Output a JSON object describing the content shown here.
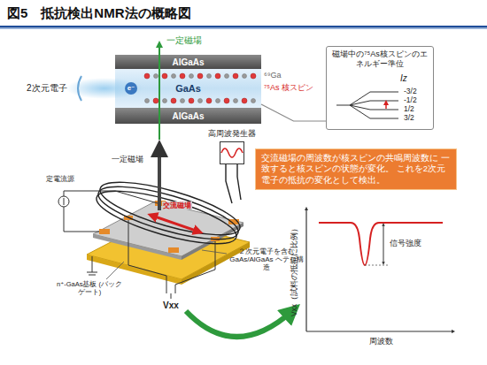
{
  "diagram": {
    "title": "図5　抵抗検出NMR法の概略図",
    "nodes": [
      {
        "text": [
          "AlGaAs"
        ]
      },
      {
        "text": [
          "GaAs"
        ]
      },
      {
        "text": [
          "AlGaAs"
        ]
      },
      {
        "text": [
          "磁場中の⁷⁵As核スピンのエネルギー準位"
        ]
      },
      {
        "text": [
          "交流磁場の周波数が核スピンの共鳴周波数に 一致すると核スピンの状態が変化。 これを2次元電子の抵抗の変化として検出。"
        ]
      },
      {
        "text": [
          "高周波発生器"
        ]
      }
    ],
    "edges": [
      {
        "from": 1,
        "to": 3,
        "arrow": "none"
      }
    ],
    "labels": [
      "一定磁場",
      "2次元電子",
      "e⁻",
      "⁶⁹Ga",
      "⁷⁵As 核スピン",
      "Iz",
      "-3/2",
      "-1/2",
      "1/2",
      "3/2",
      "一定磁場",
      "交流磁場",
      "定電流源",
      "２次元電子を含む GaAs/AlGaAs ヘテロ構造",
      "n⁺-GaAs基板 (バックゲート)",
      "Vxx",
      "Vxx（試料の抵抗に比例）",
      "信号強度",
      "周波数"
    ]
  }
}
